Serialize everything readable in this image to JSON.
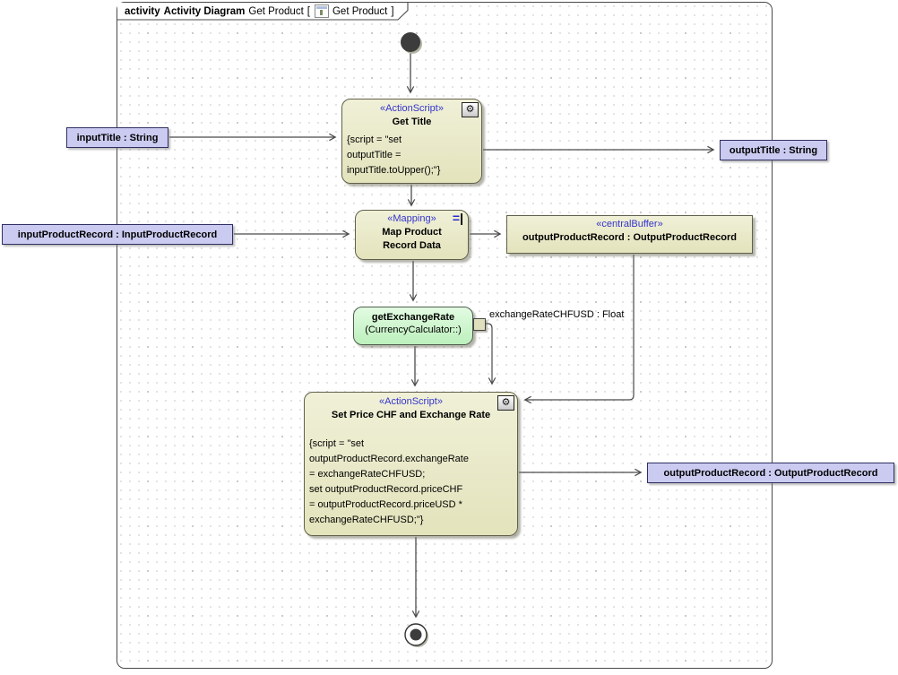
{
  "frame": {
    "keyword": "activity",
    "diagram_type": "Activity Diagram",
    "diagram_name": "Get Product",
    "bracket_open": "[",
    "ref_name": "Get Product",
    "bracket_close": "]"
  },
  "icons": {
    "gear": "⚙",
    "mapping_equals": "=",
    "mapping_bar": "|"
  },
  "nodes": {
    "get_title": {
      "stereotype": "«ActionScript»",
      "name": "Get Title",
      "script": "{script = \"set\noutputTitle =\ninputTitle.toUpper();\"}"
    },
    "input_title": {
      "label": "inputTitle : String"
    },
    "output_title": {
      "label": "outputTitle : String"
    },
    "mapping": {
      "stereotype": "«Mapping»",
      "name": "Map Product\nRecord Data"
    },
    "input_product_record": {
      "label": "inputProductRecord : InputProductRecord"
    },
    "central_buffer": {
      "stereotype": "«centralBuffer»",
      "name": "outputProductRecord : OutputProductRecord"
    },
    "get_exchange_rate": {
      "name": "getExchangeRate",
      "context": "(CurrencyCalculator::)",
      "pin_label": "exchangeRateCHFUSD : Float"
    },
    "set_price": {
      "stereotype": "«ActionScript»",
      "name": "Set Price CHF and Exchange Rate",
      "script": "{script = \"set\noutputProductRecord.exchangeRate\n = exchangeRateCHFUSD;\nset outputProductRecord.priceCHF\n= outputProductRecord.priceUSD *\nexchangeRateCHFUSD;\"}"
    },
    "output_product_record": {
      "label": "outputProductRecord : OutputProductRecord"
    }
  },
  "colors": {
    "action_fill": "#eaeac9",
    "action_border": "#60604a",
    "object_fill": "#cbcbf1",
    "object_border": "#2f2f62",
    "behavior_fill": "#c9f7c9",
    "stereotype_text": "#3434cc",
    "edge": "#4a4a4a"
  }
}
